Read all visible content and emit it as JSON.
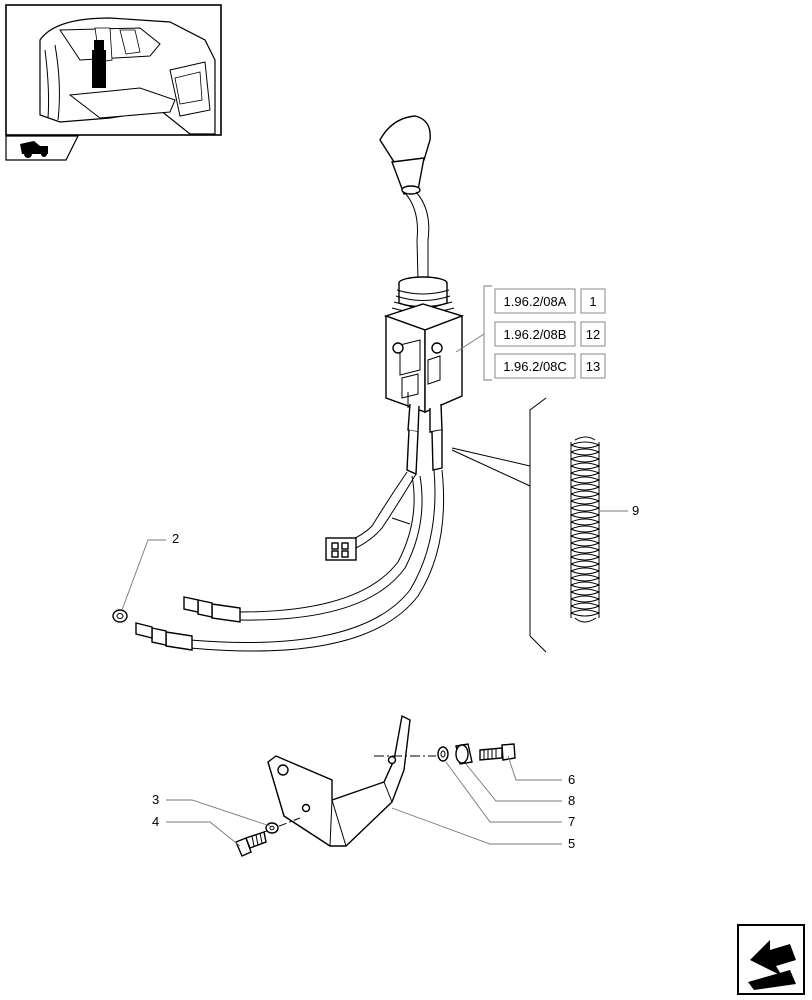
{
  "ref_table": [
    {
      "ref": "1.96.2/08A",
      "qty": "1"
    },
    {
      "ref": "1.96.2/08B",
      "qty": "12"
    },
    {
      "ref": "1.96.2/08C",
      "qty": "13"
    }
  ],
  "callouts": {
    "c1": "2",
    "c2": "9",
    "c3": "6",
    "c4": "8",
    "c5": "3",
    "c6": "7",
    "c7": "4",
    "c8": "5"
  },
  "icons": {
    "thumbnail": "tractor-cab-location-thumbnail",
    "prev": "previous-page-arrow-icon",
    "next": "next-page-arrow-icon"
  },
  "colors": {
    "line": "#000000",
    "leader": "#777777",
    "background": "#ffffff"
  }
}
